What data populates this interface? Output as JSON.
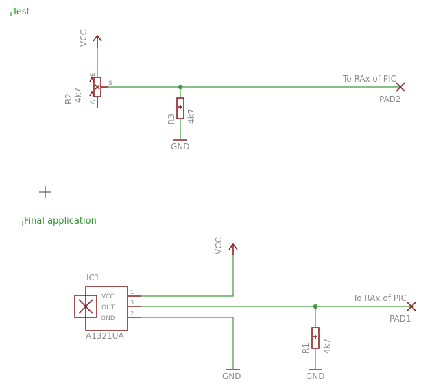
{
  "titles": {
    "test": "Test",
    "final": "Final application"
  },
  "test_circuit": {
    "vcc_label": "VCC",
    "r2_name": "R2",
    "r2_value": "4k7",
    "r2_pin_e": "E",
    "r2_pin_a": "A",
    "r2_pin_s": "S",
    "r3_name": "R3",
    "r3_value": "4k7",
    "gnd_label": "GND",
    "net_label": "To RAx of PIC",
    "pad_label": "PAD2"
  },
  "final_circuit": {
    "vcc_label": "VCC",
    "ic_name": "IC1",
    "ic_part": "A1321UA",
    "ic_pin_vcc": "VCC",
    "ic_pin_out": "OUT",
    "ic_pin_gnd": "GND",
    "pin1": "1",
    "pin2": "2",
    "pin3": "3",
    "r1_name": "R1",
    "r1_value": "4k7",
    "gnd_left_label": "GND",
    "gnd_right_label": "GND",
    "net_label": "To RAx of PIC",
    "pad_label": "PAD1"
  },
  "colors": {
    "wire": "#3f9b3f",
    "part": "#8b2323",
    "label": "#8c8c8c",
    "title": "#2f9a2f"
  }
}
